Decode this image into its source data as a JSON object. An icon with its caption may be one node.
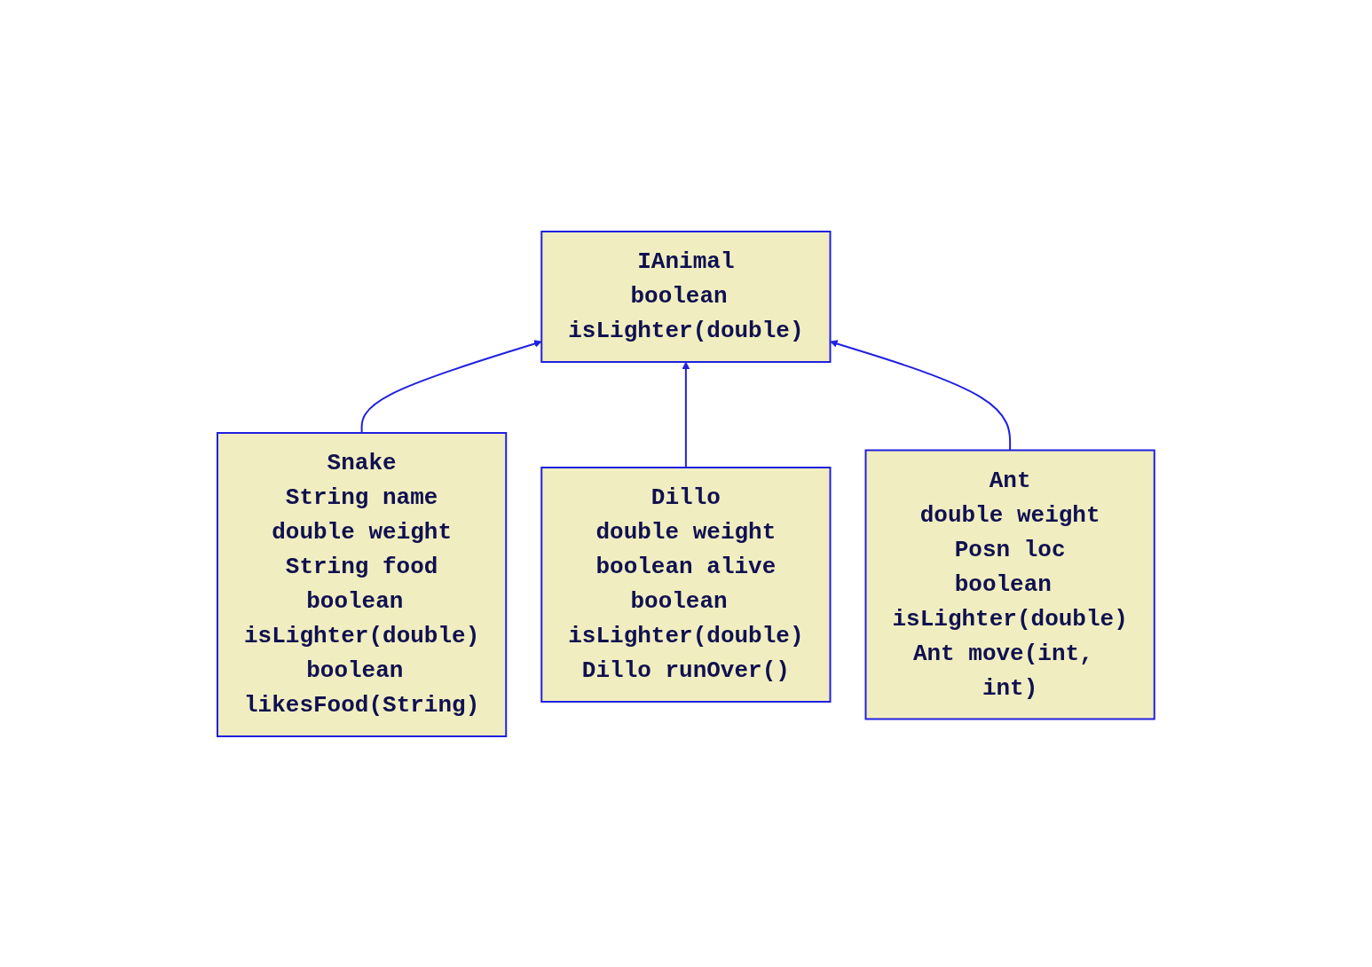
{
  "diagram": {
    "nodes": [
      {
        "text": [
          "IAnimal",
          "boolean isLighter(double)"
        ]
      },
      {
        "text": [
          "Snake",
          "String name",
          "double weight",
          "String food",
          "boolean isLighter(double)",
          "boolean likesFood(String)"
        ]
      },
      {
        "text": [
          "Ant",
          "double weight",
          "Posn loc",
          "boolean isLighter(double)",
          "Ant move(int, int)"
        ]
      },
      {
        "text": [
          "Dillo",
          "double weight",
          "boolean alive",
          "boolean isLighter(double)",
          "Dillo runOver()"
        ]
      }
    ],
    "edges": [
      {
        "from": 1,
        "to": 0,
        "arrow": "to"
      },
      {
        "from": 3,
        "to": 0,
        "arrow": "to"
      },
      {
        "from": 2,
        "to": 0,
        "arrow": "to"
      }
    ]
  }
}
